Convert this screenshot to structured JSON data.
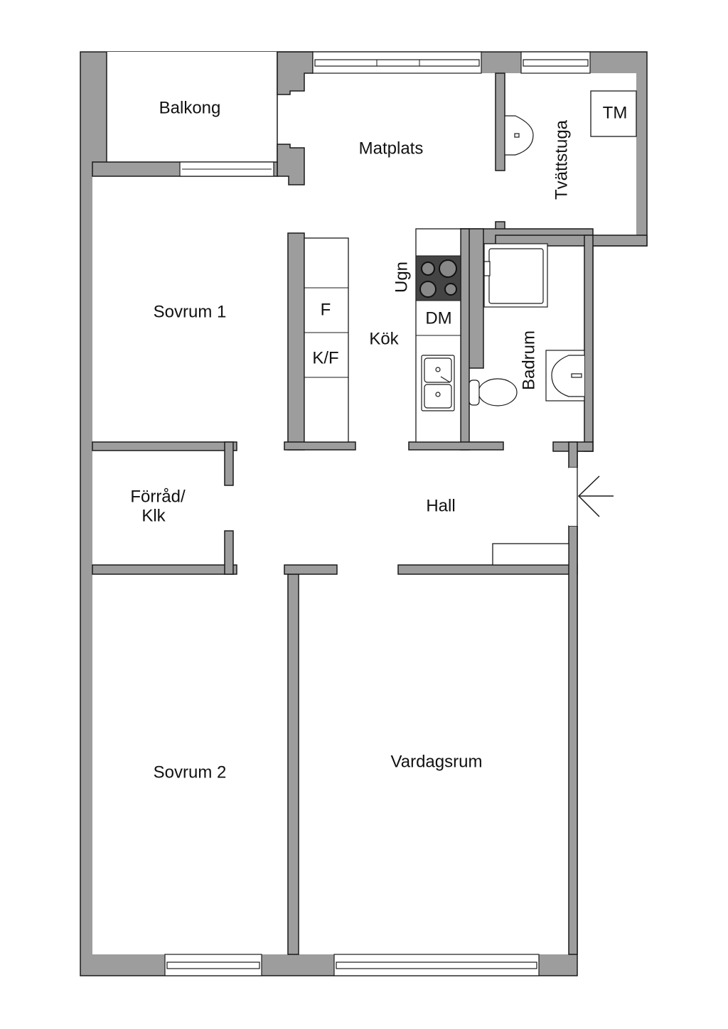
{
  "rooms": {
    "balkong": "Balkong",
    "matplats": "Matplats",
    "tvattstuga": "Tvättstuga",
    "sovrum1": "Sovrum 1",
    "kok": "Kök",
    "badrum": "Badrum",
    "hall": "Hall",
    "forrad_line1": "Förråd/",
    "forrad_line2": "Klk",
    "sovrum2": "Sovrum 2",
    "vardagsrum": "Vardagsrum"
  },
  "fixtures": {
    "tm": "TM",
    "fridge": "F",
    "fridge_freezer": "K/F",
    "oven": "Ugn",
    "dishwasher": "DM"
  },
  "colors": {
    "wall": "#9d9d9d",
    "hob": "#444444"
  }
}
